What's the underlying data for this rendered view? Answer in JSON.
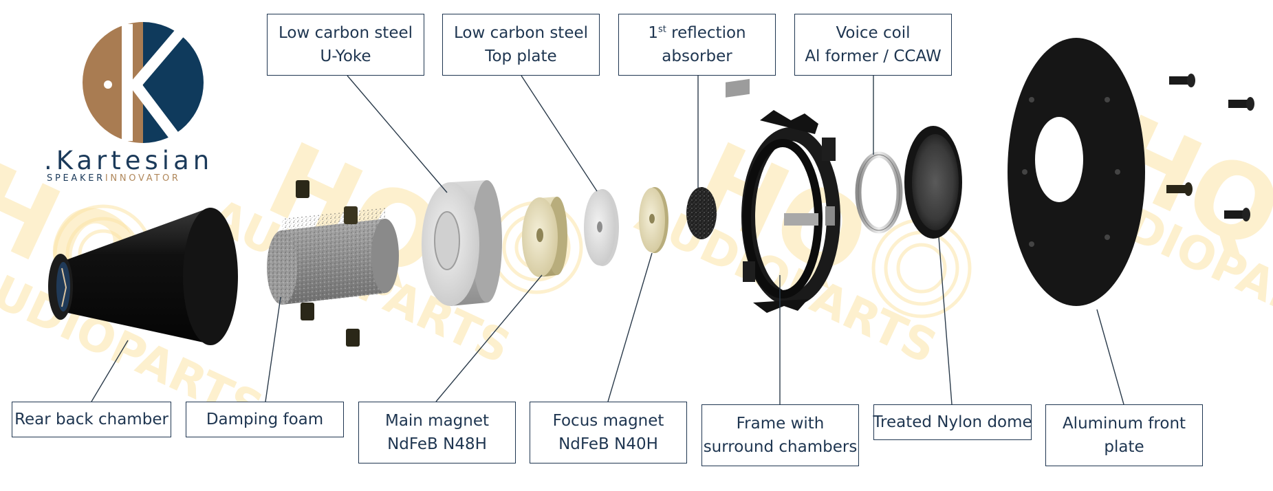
{
  "logo": {
    "wordmark": ".Kartesian",
    "tagline_a": "SPEAKER",
    "tagline_b": "INNOVATOR",
    "colors": {
      "navy": "#0f3a5c",
      "tan": "#a97c52"
    }
  },
  "watermark": {
    "text_a": "HQ",
    "text_b": "AUDIOPARTS",
    "color": "#fbe3a6"
  },
  "labels": {
    "yoke": {
      "line1": "Low carbon steel",
      "line2": "U-Yoke"
    },
    "top_plate": {
      "line1": "Low carbon steel",
      "line2": "Top plate"
    },
    "absorber": {
      "line1_num": "1",
      "line1_sup": "st",
      "line1_rest": " reflection",
      "line2": "absorber"
    },
    "voice_coil": {
      "line1": "Voice coil",
      "line2": "Al former / CCAW"
    },
    "rear": {
      "line1": "Rear back chamber"
    },
    "damping": {
      "line1": "Damping foam"
    },
    "main_magnet": {
      "line1": "Main magnet",
      "line2": "NdFeB N48H"
    },
    "focus_magnet": {
      "line1": "Focus magnet",
      "line2": "NdFeB N40H"
    },
    "frame": {
      "line1": "Frame with",
      "line2": "surround chambers"
    },
    "dome": {
      "line1": "Treated Nylon dome"
    },
    "front_plate": {
      "line1": "Aluminum front",
      "line2": "plate"
    }
  },
  "colors": {
    "label_border": "#1e3550",
    "label_text": "#1e3550",
    "leader": "#2a3a4a"
  }
}
